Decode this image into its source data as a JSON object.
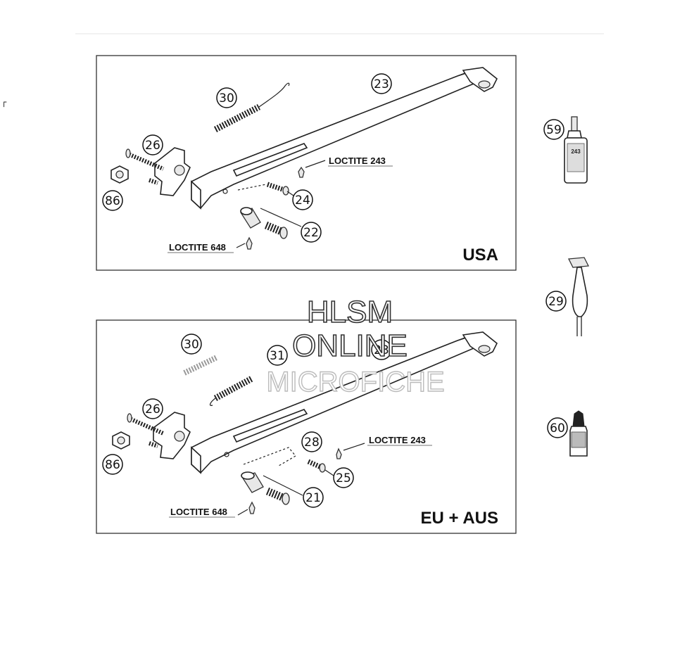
{
  "corner_mark": "┌",
  "panels": [
    {
      "region": "USA",
      "loctite_upper": "LOCTITE 243",
      "loctite_lower": "LOCTITE 648",
      "callouts": [
        "30",
        "23",
        "26",
        "86",
        "24",
        "22"
      ]
    },
    {
      "region": "EU + AUS",
      "loctite_upper": "LOCTITE 243",
      "loctite_lower": "LOCTITE 648",
      "callouts": [
        "30",
        "31",
        "23",
        "26",
        "86",
        "28",
        "25",
        "21"
      ]
    }
  ],
  "side_parts": {
    "callouts": [
      "59",
      "29",
      "60"
    ],
    "bottle_label": "243"
  },
  "watermark": {
    "line1": "HLSM",
    "line2": "ONLINE",
    "line3": "MICROFICHE"
  }
}
